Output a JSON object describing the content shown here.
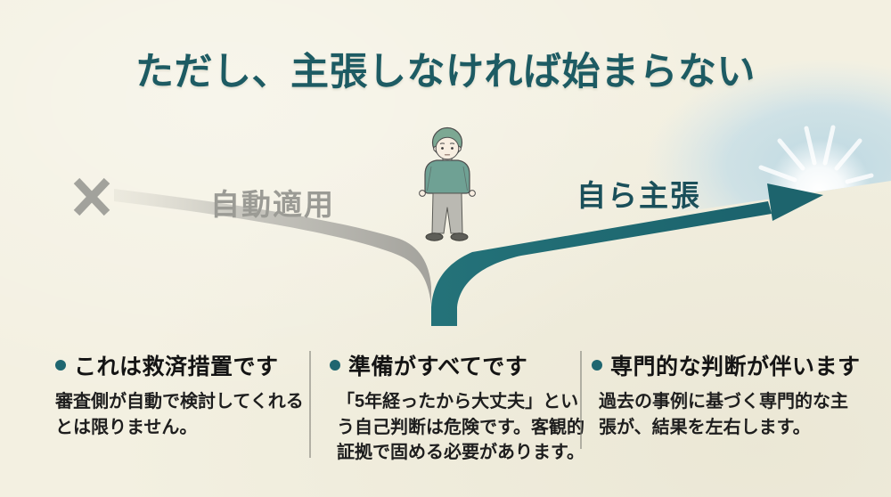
{
  "title": "ただし、主張しなければ始まらない",
  "diagram": {
    "left_label": "自動適用",
    "right_label": "自ら主張",
    "icons": {
      "blocked": "x-mark",
      "figure": "standing-person",
      "goal": "sunrise-burst"
    }
  },
  "points": [
    {
      "heading": "これは救済措置です",
      "lines": [
        "審査側が自動で検討してくれる",
        "とは限りません。"
      ]
    },
    {
      "heading": "準備がすべてです",
      "lines": [
        "「5年経ったから大丈夫」とい",
        "う自己判断は危険です。客観的",
        "証拠で固める必要があります。"
      ]
    },
    {
      "heading": "専門的な判断が伴います",
      "lines": [
        "過去の事例に基づく専門的な主",
        "張が、結果を左右します。"
      ]
    }
  ],
  "colors": {
    "background": "#f3f0e1",
    "title": "#1d5b63",
    "teal_path": "#1f6b72",
    "gray_path": "#a5a49e",
    "gray_label": "#9b9b95",
    "right_label": "#1a4f5a",
    "bullet_dot": "#1f6670",
    "heading_text": "#141414",
    "body_text": "#1e1e1e",
    "sun_haze": "#c3dde6"
  }
}
